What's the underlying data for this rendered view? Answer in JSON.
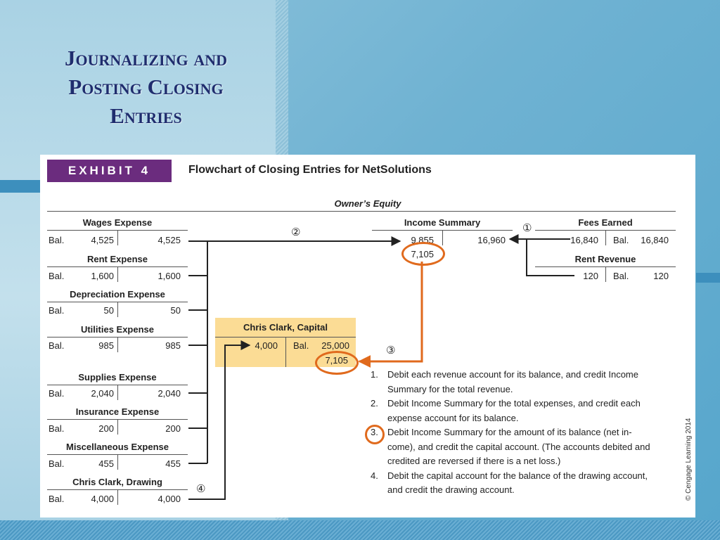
{
  "slide": {
    "title_line1": "Journalizing and",
    "title_line2": "Posting Closing",
    "title_line3": "Entries"
  },
  "exhibit": {
    "badge": "EXHIBIT 4",
    "title": "Flowchart of Closing Entries for NetSolutions",
    "section_label": "Owner’s Equity"
  },
  "expense_accounts": [
    {
      "name": "Wages Expense",
      "bal_label": "Bal.",
      "debit": "4,525",
      "credit": "4,525"
    },
    {
      "name": "Rent Expense",
      "bal_label": "Bal.",
      "debit": "1,600",
      "credit": "1,600"
    },
    {
      "name": "Depreciation Expense",
      "bal_label": "Bal.",
      "debit": "50",
      "credit": "50"
    },
    {
      "name": "Utilities Expense",
      "bal_label": "Bal.",
      "debit": "985",
      "credit": "985"
    },
    {
      "name": "Supplies Expense",
      "bal_label": "Bal.",
      "debit": "2,040",
      "credit": "2,040"
    },
    {
      "name": "Insurance Expense",
      "bal_label": "Bal.",
      "debit": "200",
      "credit": "200"
    },
    {
      "name": "Miscellaneous Expense",
      "bal_label": "Bal.",
      "debit": "455",
      "credit": "455"
    },
    {
      "name": "Chris Clark, Drawing",
      "bal_label": "Bal.",
      "debit": "4,000",
      "credit": "4,000"
    }
  ],
  "income_summary": {
    "name": "Income Summary",
    "debit1": "9,855",
    "debit2": "7,105",
    "credit": "16,960"
  },
  "fees_earned": {
    "name": "Fees Earned",
    "debit": "16,840",
    "bal_label": "Bal.",
    "credit": "16,840"
  },
  "rent_revenue": {
    "name": "Rent Revenue",
    "debit": "120",
    "bal_label": "Bal.",
    "credit": "120"
  },
  "capital": {
    "name": "Chris Clark, Capital",
    "debit": "4,000",
    "bal_label": "Bal.",
    "credit1": "25,000",
    "credit2": "7,105"
  },
  "markers": {
    "m1": "①",
    "m2": "②",
    "m3": "③",
    "m4": "④"
  },
  "steps": [
    {
      "num": "1.",
      "line1": "Debit each revenue account for its balance, and credit Income",
      "line2": "Summary for the total revenue."
    },
    {
      "num": "2.",
      "line1": "Debit Income Summary for the total expenses, and credit each",
      "line2": "expense account for its balance."
    },
    {
      "num": "3.",
      "line1": "Debit Income Summary for the amount of its balance (net in-",
      "line2": "come), and credit the capital account. (The accounts debited and",
      "line3": "credited are reversed if there is a net loss.)"
    },
    {
      "num": "4.",
      "line1": "Debit the capital account for the balance of the drawing account,",
      "line2": "and credit the drawing account."
    }
  ],
  "copyright": "© Cengage Learning 2014",
  "colors": {
    "badge": "#6b2c7e",
    "highlight": "#e06a1d",
    "capital_fill": "#fbdc95",
    "title": "#1f2d6e"
  }
}
